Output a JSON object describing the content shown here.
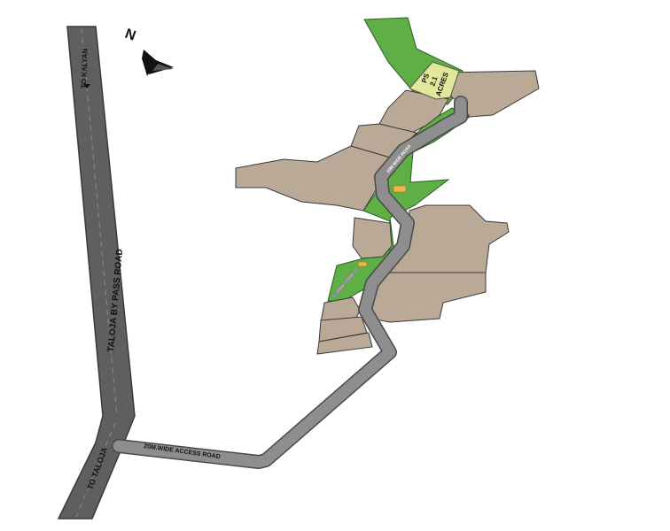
{
  "labels": {
    "to_kalyan": "TO KALYAN",
    "bypass_road": "TALOJA BY PASS ROAD",
    "to_taloja": "TO TALOJA",
    "access_road": "20M.WIDE ACCESS ROAD",
    "internal_road": "10M WIDE ROAD",
    "plot_ps": "PS",
    "plot_area": "2.1",
    "plot_unit": "ACRES"
  },
  "compass": {
    "letter": "N"
  },
  "colors": {
    "highway": "#5f5f5f",
    "highway_edge": "#3a3a3a",
    "access_road": "#8e8e8e",
    "access_road_edge": "#4a4a4a",
    "land": "#b9a996",
    "land_edge": "#3a3a3a",
    "green": "#5fae46",
    "green_edge": "#2c5e22",
    "plot": "#e2e89a",
    "marker": "#e8b84a"
  }
}
